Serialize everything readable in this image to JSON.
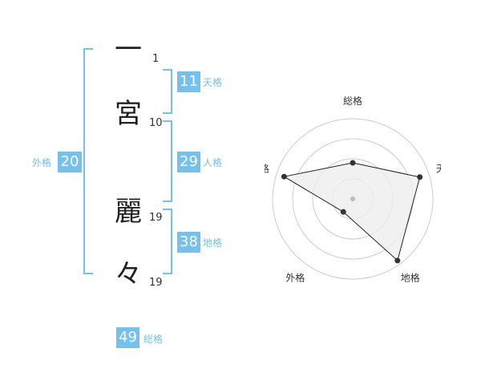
{
  "name": {
    "chars": [
      {
        "char": "一",
        "strokes": "1"
      },
      {
        "char": "宮",
        "strokes": "10"
      },
      {
        "char": "麗",
        "strokes": "19"
      },
      {
        "char": "々",
        "strokes": "19"
      }
    ]
  },
  "fortunes": {
    "tenkaku": {
      "label": "天格",
      "value": "11"
    },
    "jinkaku": {
      "label": "人格",
      "value": "29"
    },
    "chikaku": {
      "label": "地格",
      "value": "38"
    },
    "gaikaku": {
      "label": "外格",
      "value": "20"
    },
    "soukaku": {
      "label": "総格",
      "value": "49"
    }
  },
  "radar": {
    "labels": [
      "総格",
      "天格",
      "地格",
      "外格",
      "人格"
    ],
    "levels": [
      0.45,
      0.88,
      0.95,
      0.2,
      0.9
    ],
    "rings": 4,
    "colors": {
      "ring": "#cccccc",
      "fill": "#eeeeee",
      "line": "#222222",
      "point": "#333333",
      "center": "#bbbbbb"
    }
  },
  "colors": {
    "accent": "#74c1ee"
  }
}
